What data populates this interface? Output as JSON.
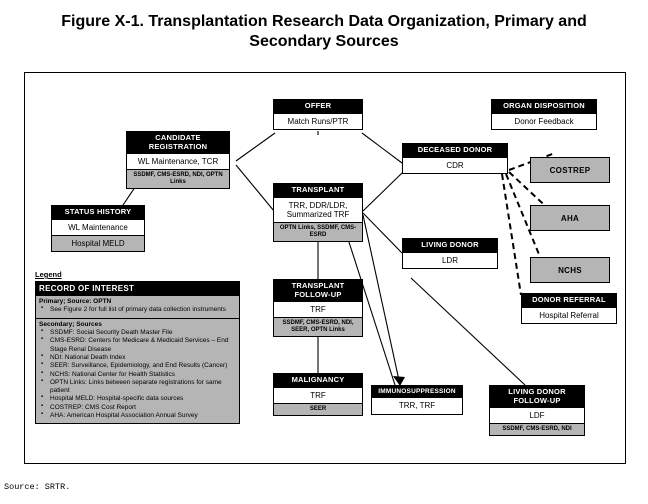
{
  "title": "Figure X-1. Transplantation Research Data Organization, Primary and Secondary Sources",
  "footer": "Source: SRTR.",
  "colors": {
    "header_fill": "#000000",
    "header_text": "#ffffff",
    "source_fill": "#b5b5b5",
    "body_fill": "#ffffff",
    "border": "#000000"
  },
  "nodes": {
    "offer": {
      "header": "OFFER",
      "body": "Match Runs/PTR",
      "source": ""
    },
    "candidate": {
      "header": "CANDIDATE REGISTRATION",
      "body": "WL Maintenance, TCR",
      "source": "SSDMF, CMS-ESRD, NDI, OPTN Links"
    },
    "status": {
      "header": "STATUS HISTORY",
      "body": "WL Maintenance",
      "source": "Hospital MELD"
    },
    "transplant": {
      "header": "TRANSPLANT",
      "body": "TRR, DDR/LDR, Summarized TRF",
      "source": "OPTN Links, SSDMF, CMS-ESRD"
    },
    "tx_followup": {
      "header": "TRANSPLANT FOLLOW-UP",
      "body": "TRF",
      "source": "SSDMF, CMS-ESRD, NDI, SEER, OPTN Links"
    },
    "malignancy": {
      "header": "MALIGNANCY",
      "body": "TRF",
      "source": "SEER"
    },
    "immuno": {
      "header": "IMMUNOSUPPRESSION",
      "body": "TRR, TRF",
      "source": ""
    },
    "organ_disp": {
      "header": "ORGAN DISPOSITION",
      "body": "Donor Feedback",
      "source": ""
    },
    "deceased": {
      "header": "DECEASED DONOR",
      "body": "CDR",
      "source": ""
    },
    "living": {
      "header": "LIVING DONOR",
      "body": "LDR",
      "source": ""
    },
    "donor_ref": {
      "header": "DONOR REFERRAL",
      "body": "Hospital Referral",
      "source": ""
    },
    "ld_followup": {
      "header": "LIVING DONOR FOLLOW-UP",
      "body": "LDF",
      "source": "SSDMF, CMS-ESRD, NDI"
    }
  },
  "secondary_nodes": {
    "costrep": "COSTREP",
    "aha": "AHA",
    "nchs": "NCHS"
  },
  "legend": {
    "title": "Legend",
    "record_header": "RECORD OF INTEREST",
    "primary_header": "Primary; Source: OPTN",
    "primary_items": [
      "See Figure 2 for full list of primary data collection instruments"
    ],
    "secondary_header": "Secondary; Sources",
    "secondary_items": [
      "SSDMF: Social Security Death Master File",
      "CMS-ESRD: Centers for Medicare & Medicaid Services – End Stage Renal Disease",
      "NDI: National Death Index",
      "SEER: Surveillance, Epidemiology, and End Results (Cancer)",
      "NCHS: National Center for Health Statistics",
      "OPTN Links: Links between separate registrations for same patient",
      "Hospital MELD: Hospital-specific data sources",
      "COSTREP: CMS Cost Report",
      "AHA: American Hospital Association Annual Survey"
    ]
  }
}
